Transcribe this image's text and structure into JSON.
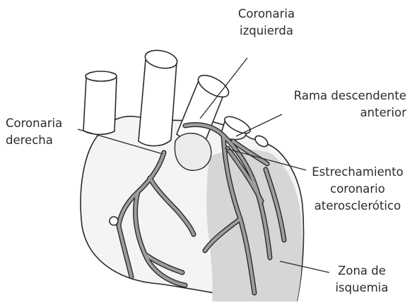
{
  "labels": {
    "coronaria_izquierda": [
      "Coronaria",
      "izquierda"
    ],
    "coronaria_derecha": [
      "Coronaria",
      "derecha"
    ],
    "rama_descendente": [
      "Rama descendente",
      "anterior"
    ],
    "estrechamiento": [
      "Estrechamiento",
      "coronario",
      "aterosclerótico"
    ],
    "zona_isquemia": [
      "Zona de",
      "isquemia"
    ]
  },
  "colors": {
    "outline": "#2a2a2a",
    "heart_fill": "#f4f4f4",
    "ischemia_fill": "#d6d6d6",
    "artery_fill": "#9d9d9d",
    "vessel_fill": "#ffffff",
    "label_text": "#2b2b2b"
  }
}
